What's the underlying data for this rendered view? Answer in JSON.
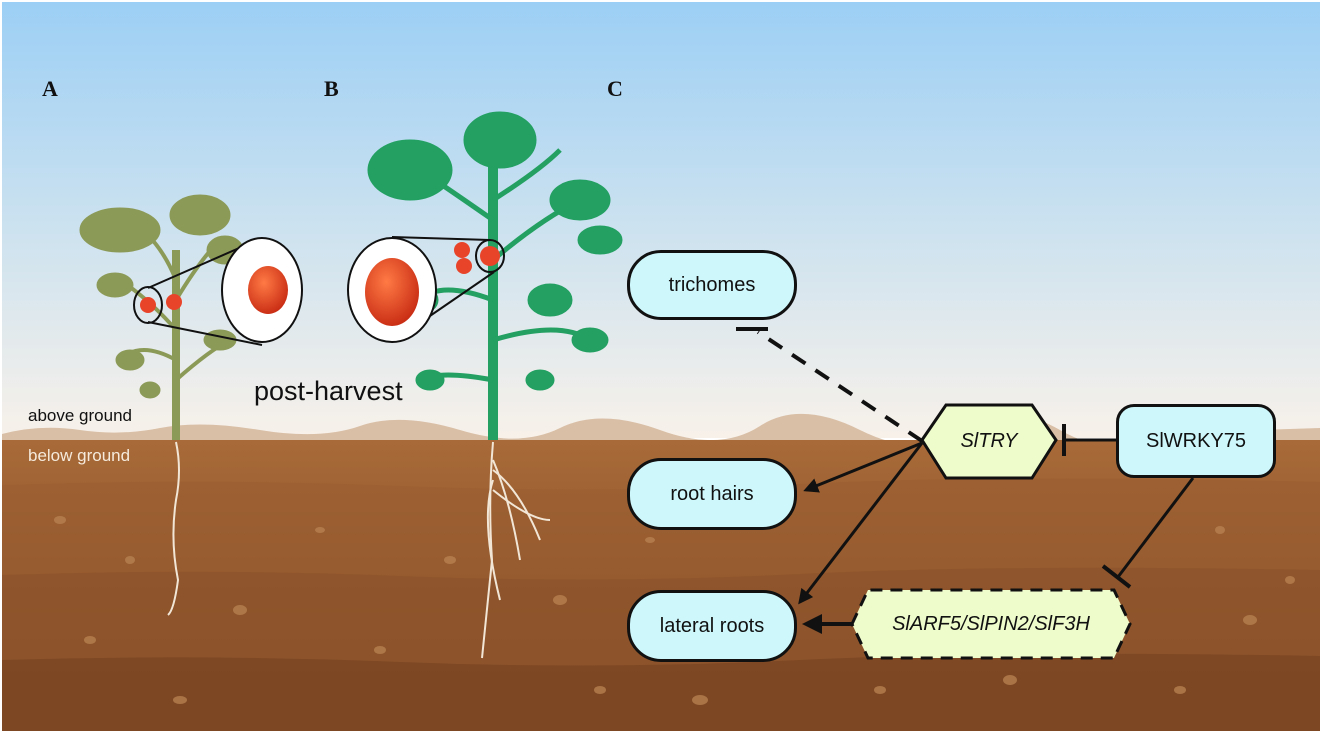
{
  "panels": {
    "a": "A",
    "b": "B",
    "c": "C"
  },
  "labels": {
    "above_ground": "above ground",
    "below_ground": "below ground",
    "post_harvest": "post-harvest"
  },
  "nodes": {
    "trichomes": "trichomes",
    "root_hairs": "root hairs",
    "lateral_roots": "lateral roots",
    "sltry": "SlTRY",
    "slwrky75": "SlWRKY75",
    "targets": "SlARF5/SlPIN2/SlF3H"
  },
  "edges": [
    {
      "from": "SlTRY",
      "to": "trichomes",
      "type": "inhibition",
      "style": "dashed"
    },
    {
      "from": "SlTRY",
      "to": "root hairs",
      "type": "activation",
      "style": "solid"
    },
    {
      "from": "SlTRY",
      "to": "lateral roots",
      "type": "activation",
      "style": "solid"
    },
    {
      "from": "SlWRKY75",
      "to": "SlTRY",
      "type": "inhibition",
      "style": "solid"
    },
    {
      "from": "SlWRKY75",
      "to": "SlARF5/SlPIN2/SlF3H",
      "type": "inhibition",
      "style": "solid"
    },
    {
      "from": "SlARF5/SlPIN2/SlF3H",
      "to": "lateral roots",
      "type": "activation",
      "style": "solid"
    }
  ],
  "colors": {
    "sky_top": "#9ccff5",
    "sky_bottom": "#f8f1ea",
    "soil_top": "#a86a38",
    "soil_bottom": "#7a4624",
    "node_blue": "#cdf7fb",
    "node_yellow": "#eefccb",
    "plant_a": "#8c9a58",
    "plant_b": "#23a062",
    "tomato": "#e8442a"
  }
}
